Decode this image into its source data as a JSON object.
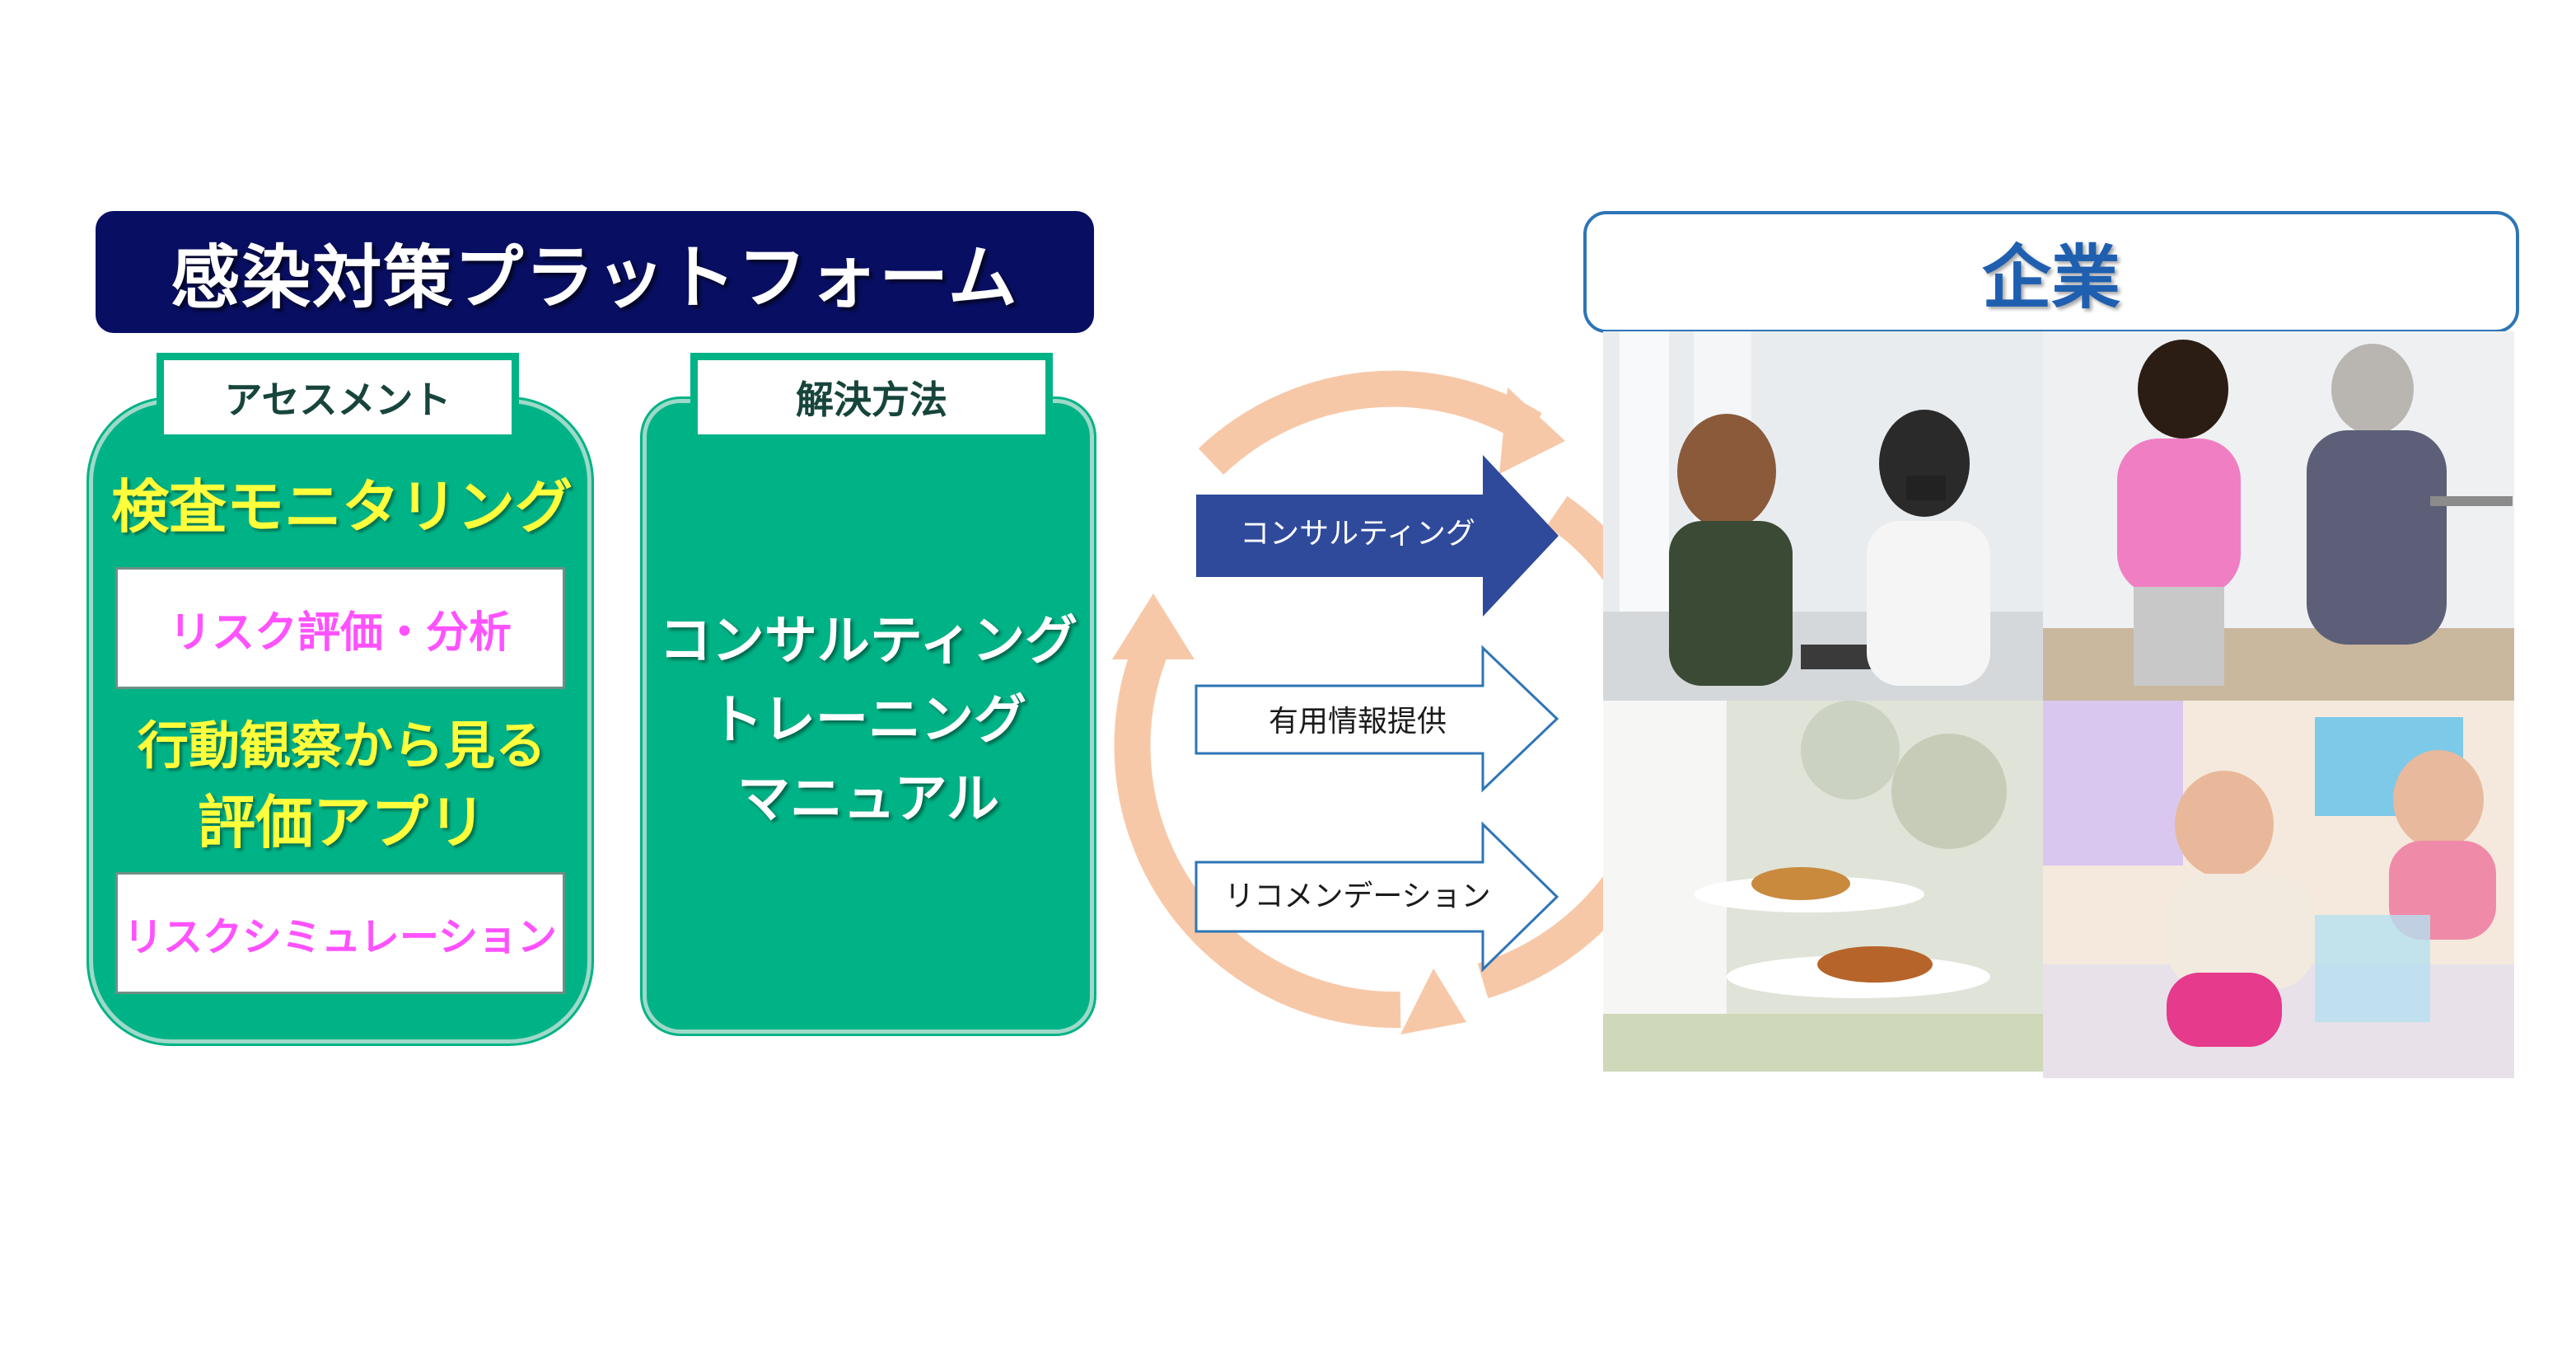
{
  "platform": {
    "title": "感染対策プラットフォーム",
    "assessment": {
      "tab_label": "アセスメント",
      "monitoring": "検査モニタリング",
      "risk_eval": "リスク評価・分析",
      "behavior_line1": "行動観察から見る",
      "behavior_line2": "評価アプリ",
      "risk_sim": "リスクシミュレーション"
    },
    "solution": {
      "tab_label": "解決方法",
      "lines": [
        "コンサルティング",
        "トレーニング",
        "マニュアル"
      ]
    }
  },
  "flows": {
    "consulting": "コンサルティング",
    "info": "有用情報提供",
    "recommendation": "リコメンデーション"
  },
  "company": {
    "title": "企業"
  },
  "colors": {
    "navy": "#080f63",
    "green": "#00b386",
    "yellow_text": "#ffff3c",
    "pink_text": "#ff52ff",
    "cycle": "#f7c8a8",
    "consult_arrow": "#2f4a9a",
    "company_border": "#2e75b6"
  }
}
